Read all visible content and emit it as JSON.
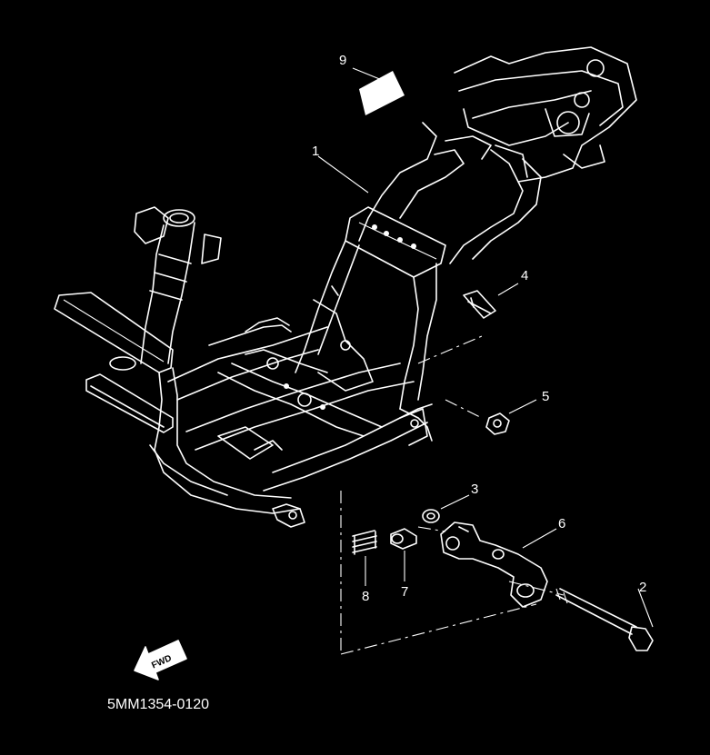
{
  "diagram": {
    "callouts": [
      {
        "id": "1",
        "label": "1"
      },
      {
        "id": "2",
        "label": "2"
      },
      {
        "id": "3",
        "label": "3"
      },
      {
        "id": "4",
        "label": "4"
      },
      {
        "id": "5",
        "label": "5"
      },
      {
        "id": "6",
        "label": "6"
      },
      {
        "id": "7",
        "label": "7"
      },
      {
        "id": "8",
        "label": "8"
      },
      {
        "id": "9",
        "label": "9"
      }
    ],
    "part_code": "5MM1354-0120",
    "fwd_label": "FWD"
  },
  "colors": {
    "background": "#000000",
    "linework": "#ffffff"
  }
}
